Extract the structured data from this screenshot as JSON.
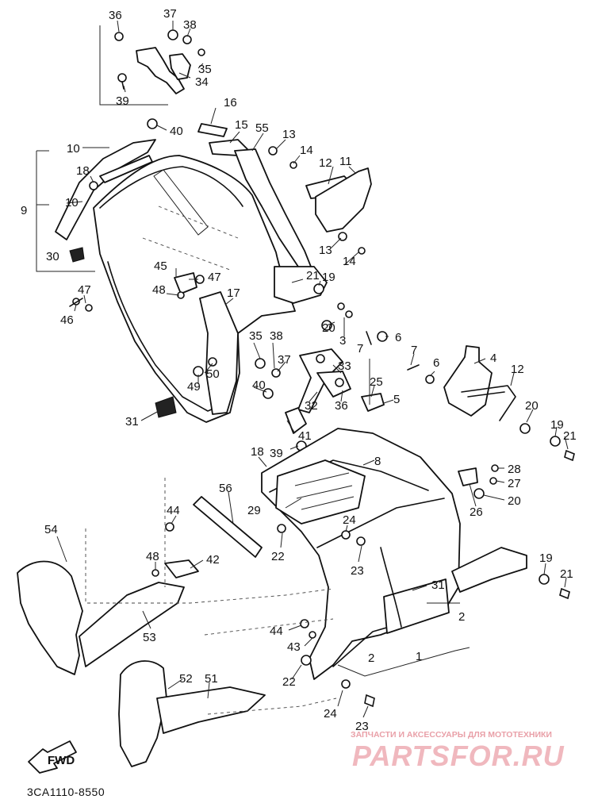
{
  "diagram": {
    "catalog_code": "3CA1110-8550",
    "fwd_label": "FWD",
    "watermark": {
      "subtitle": "ЗАПЧАСТИ И АКСЕССУАРЫ ДЛЯ МОТОТЕХНИКИ",
      "brand": "PARTSFOR.RU"
    },
    "callouts": [
      {
        "id": "c36a",
        "text": "36"
      },
      {
        "id": "c37a",
        "text": "37"
      },
      {
        "id": "c38a",
        "text": "38"
      },
      {
        "id": "c35a",
        "text": "35"
      },
      {
        "id": "c34",
        "text": "34"
      },
      {
        "id": "c39a",
        "text": "39"
      },
      {
        "id": "c16",
        "text": "16"
      },
      {
        "id": "c40a",
        "text": "40"
      },
      {
        "id": "c15",
        "text": "15"
      },
      {
        "id": "c55",
        "text": "55"
      },
      {
        "id": "c13a",
        "text": "13"
      },
      {
        "id": "c14a",
        "text": "14"
      },
      {
        "id": "c10a",
        "text": "10"
      },
      {
        "id": "c18a",
        "text": "18"
      },
      {
        "id": "c12a",
        "text": "12"
      },
      {
        "id": "c11",
        "text": "11"
      },
      {
        "id": "c9",
        "text": "9"
      },
      {
        "id": "c10b",
        "text": "10"
      },
      {
        "id": "c30",
        "text": "30"
      },
      {
        "id": "c13b",
        "text": "13"
      },
      {
        "id": "c14b",
        "text": "14"
      },
      {
        "id": "c45",
        "text": "45"
      },
      {
        "id": "c21a",
        "text": "21"
      },
      {
        "id": "c19a",
        "text": "19"
      },
      {
        "id": "c47a",
        "text": "47"
      },
      {
        "id": "c48a",
        "text": "48"
      },
      {
        "id": "c47b",
        "text": "47"
      },
      {
        "id": "c46",
        "text": "46"
      },
      {
        "id": "c17",
        "text": "17"
      },
      {
        "id": "c20a",
        "text": "20"
      },
      {
        "id": "c3",
        "text": "3"
      },
      {
        "id": "c6a",
        "text": "6"
      },
      {
        "id": "c7a",
        "text": "7"
      },
      {
        "id": "c35b",
        "text": "35"
      },
      {
        "id": "c38b",
        "text": "38"
      },
      {
        "id": "c7b",
        "text": "7"
      },
      {
        "id": "c37b",
        "text": "37"
      },
      {
        "id": "c4",
        "text": "4"
      },
      {
        "id": "c50",
        "text": "50"
      },
      {
        "id": "c33",
        "text": "33"
      },
      {
        "id": "c6b",
        "text": "6"
      },
      {
        "id": "c12b",
        "text": "12"
      },
      {
        "id": "c40b",
        "text": "40"
      },
      {
        "id": "c49",
        "text": "49"
      },
      {
        "id": "c25",
        "text": "25"
      },
      {
        "id": "c5",
        "text": "5"
      },
      {
        "id": "c32",
        "text": "32"
      },
      {
        "id": "c36b",
        "text": "36"
      },
      {
        "id": "c20b",
        "text": "20"
      },
      {
        "id": "c31a",
        "text": "31"
      },
      {
        "id": "c19b",
        "text": "19"
      },
      {
        "id": "c21b",
        "text": "21"
      },
      {
        "id": "c41",
        "text": "41"
      },
      {
        "id": "c39b",
        "text": "39"
      },
      {
        "id": "c8",
        "text": "8"
      },
      {
        "id": "c18b",
        "text": "18"
      },
      {
        "id": "c28",
        "text": "28"
      },
      {
        "id": "c27",
        "text": "27"
      },
      {
        "id": "c56",
        "text": "56"
      },
      {
        "id": "c29",
        "text": "29"
      },
      {
        "id": "c26",
        "text": "26"
      },
      {
        "id": "c20c",
        "text": "20"
      },
      {
        "id": "c44a",
        "text": "44"
      },
      {
        "id": "c24a",
        "text": "24"
      },
      {
        "id": "c54",
        "text": "54"
      },
      {
        "id": "c22a",
        "text": "22"
      },
      {
        "id": "c48b",
        "text": "48"
      },
      {
        "id": "c42",
        "text": "42"
      },
      {
        "id": "c23a",
        "text": "23"
      },
      {
        "id": "c19c",
        "text": "19"
      },
      {
        "id": "c21c",
        "text": "21"
      },
      {
        "id": "c31b",
        "text": "31"
      },
      {
        "id": "c53",
        "text": "53"
      },
      {
        "id": "c2a",
        "text": "2"
      },
      {
        "id": "c44b",
        "text": "44"
      },
      {
        "id": "c43",
        "text": "43"
      },
      {
        "id": "c1",
        "text": "1"
      },
      {
        "id": "c2b",
        "text": "2"
      },
      {
        "id": "c22b",
        "text": "22"
      },
      {
        "id": "c52",
        "text": "52"
      },
      {
        "id": "c51",
        "text": "51"
      },
      {
        "id": "c24b",
        "text": "24"
      },
      {
        "id": "c23b",
        "text": "23"
      }
    ]
  }
}
